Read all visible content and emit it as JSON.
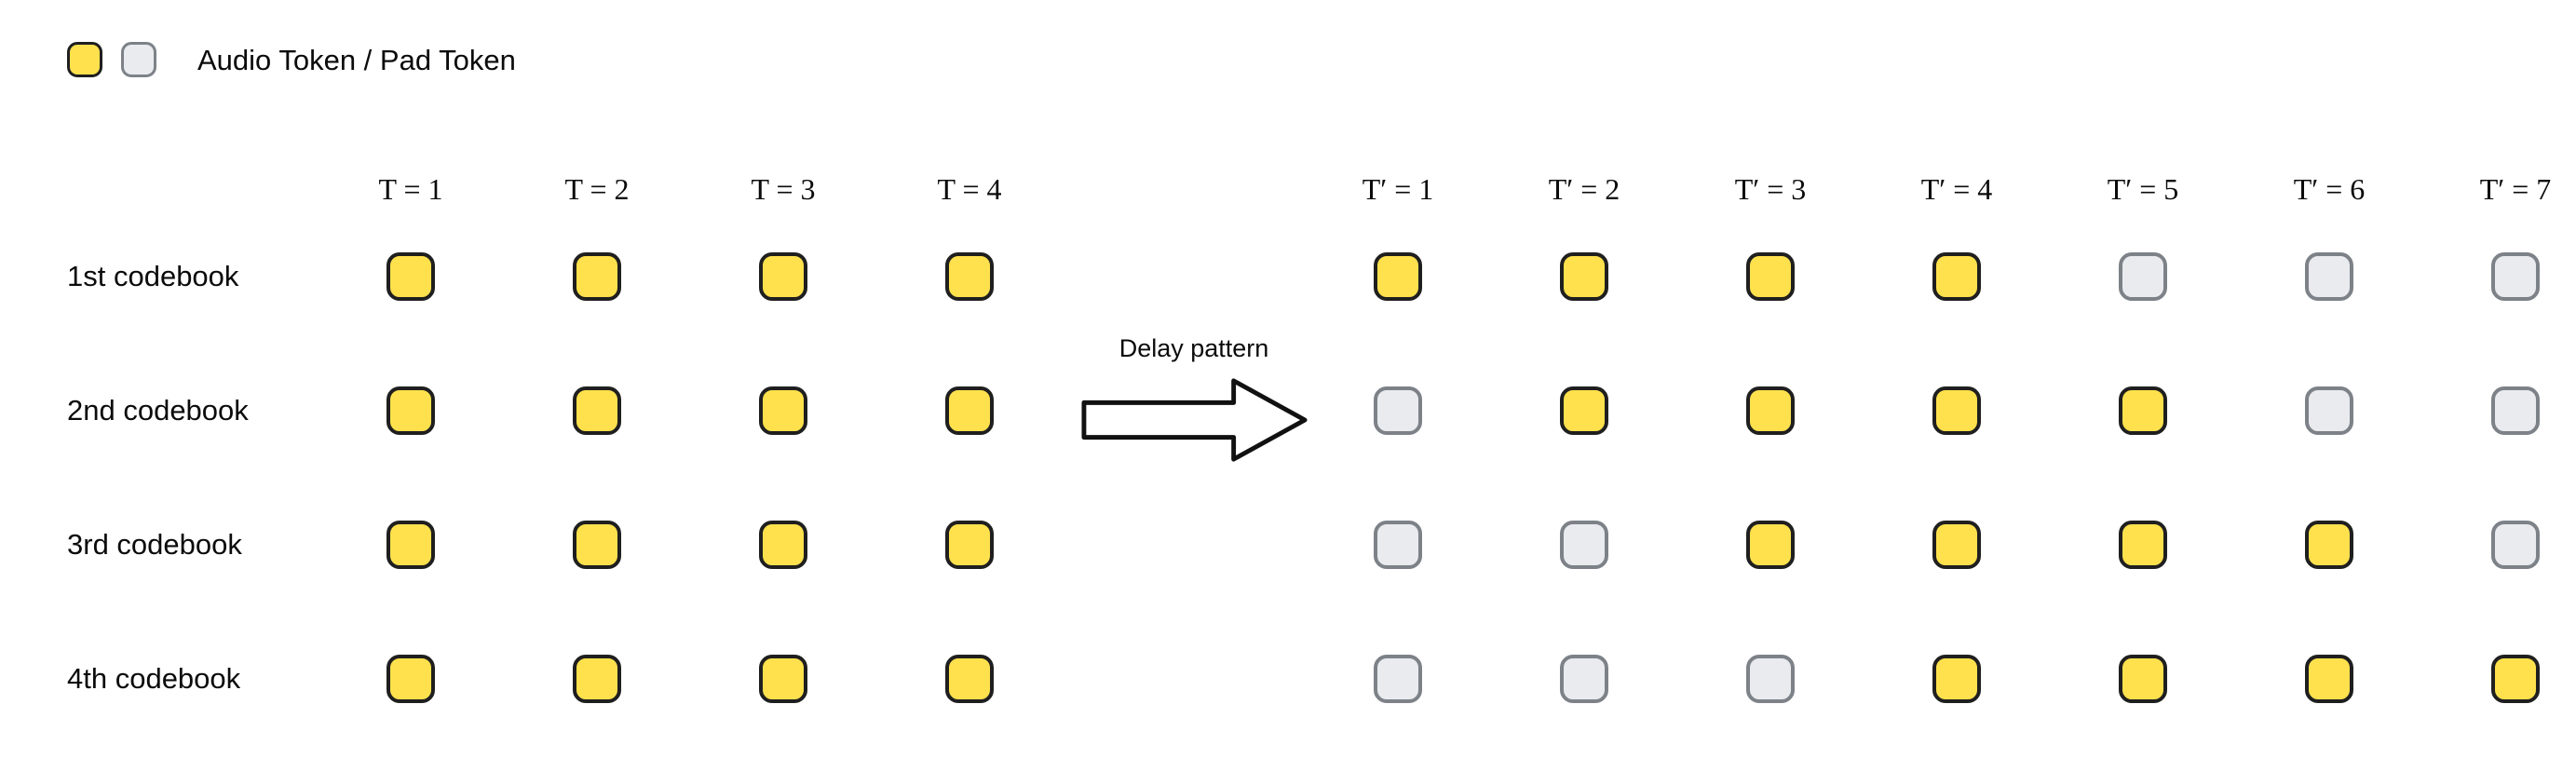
{
  "legend": {
    "label": "Audio Token / Pad Token"
  },
  "arrow": {
    "label": "Delay pattern"
  },
  "left_grid": {
    "columns": [
      "T = 1",
      "T = 2",
      "T = 3",
      "T = 4"
    ],
    "rows": [
      {
        "label": "1st codebook",
        "cells": [
          "audio",
          "audio",
          "audio",
          "audio"
        ]
      },
      {
        "label": "2nd codebook",
        "cells": [
          "audio",
          "audio",
          "audio",
          "audio"
        ]
      },
      {
        "label": "3rd codebook",
        "cells": [
          "audio",
          "audio",
          "audio",
          "audio"
        ]
      },
      {
        "label": "4th codebook",
        "cells": [
          "audio",
          "audio",
          "audio",
          "audio"
        ]
      }
    ]
  },
  "right_grid": {
    "columns": [
      "T′ = 1",
      "T′ = 2",
      "T′ = 3",
      "T′ = 4",
      "T′ = 5",
      "T′ = 6",
      "T′ = 7"
    ],
    "rows": [
      {
        "cells": [
          "audio",
          "audio",
          "audio",
          "audio",
          "pad",
          "pad",
          "pad"
        ]
      },
      {
        "cells": [
          "pad",
          "audio",
          "audio",
          "audio",
          "audio",
          "pad",
          "pad"
        ]
      },
      {
        "cells": [
          "pad",
          "pad",
          "audio",
          "audio",
          "audio",
          "audio",
          "pad"
        ]
      },
      {
        "cells": [
          "pad",
          "pad",
          "pad",
          "audio",
          "audio",
          "audio",
          "audio"
        ]
      }
    ]
  },
  "colors": {
    "audio_fill": "#FFE14D",
    "audio_border": "#1F1F1F",
    "pad_fill": "#E9EBEE",
    "pad_border": "#7D8288"
  }
}
